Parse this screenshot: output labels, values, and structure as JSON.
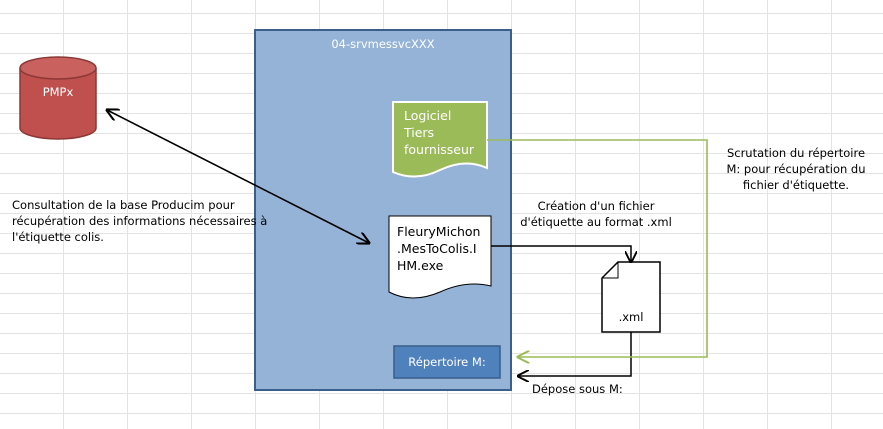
{
  "server": {
    "title": "04-srvmessvcXXX"
  },
  "database": {
    "label": "PMPx"
  },
  "software": {
    "line1": "Logiciel",
    "line2": "Tiers",
    "line3": "fournisseur"
  },
  "exe": {
    "line1": "FleuryMichon",
    "line2": ".MesToColis.I",
    "line3": "HM.exe"
  },
  "xml_file": {
    "label": ".xml"
  },
  "directory": {
    "label": "Répertoire M:"
  },
  "annotations": {
    "consultation": {
      "line1": "Consultation de la base Producim pour",
      "line2": "récupération des informations nécessaires à",
      "line3": "l'étiquette colis."
    },
    "creation": {
      "line1": "Création d'un fichier",
      "line2": "d'étiquette au format .xml"
    },
    "scrutation": {
      "line1": "Scrutation du répertoire",
      "line2": "M: pour récupération du",
      "line3": "fichier d'étiquette."
    },
    "depose": "Dépose sous M:"
  },
  "colors": {
    "server_fill": "#95b3d7",
    "server_border": "#3a5f8b",
    "database_fill": "#c0504d",
    "software_fill": "#9bbb59",
    "directory_fill": "#4f81bd",
    "green_line": "#9bbb59"
  }
}
